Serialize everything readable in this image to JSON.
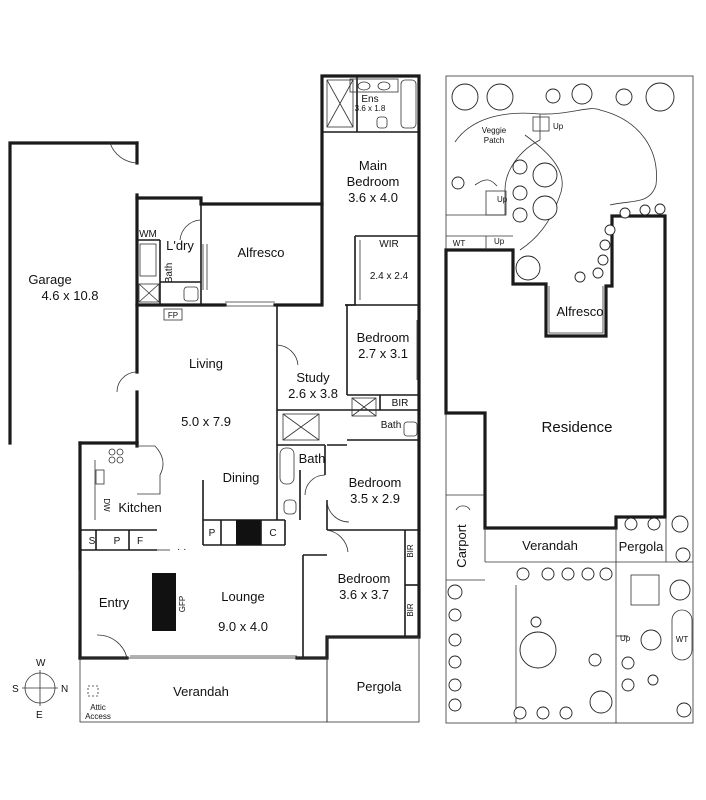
{
  "floor_plan": {
    "rooms": {
      "garage": {
        "name": "Garage",
        "size": "4.6 x 10.8"
      },
      "ensuite": {
        "name": "Ens",
        "size": "3.6 x 1.8"
      },
      "main_bedroom": {
        "name": "Main\nBedroom",
        "name_line1": "Main",
        "name_line2": "Bedroom",
        "size": "3.6 x 4.0"
      },
      "wm": {
        "name": "WM"
      },
      "laundry": {
        "name": "L'dry"
      },
      "alfresco": {
        "name": "Alfresco"
      },
      "wir": {
        "name": "WIR",
        "size": "2.4 x 2.4"
      },
      "bath_laundry": {
        "name": "Bath"
      },
      "fp": {
        "name": "FP"
      },
      "living": {
        "name": "Living",
        "size": "5.0 x 7.9"
      },
      "bedroom2": {
        "name": "Bedroom",
        "size": "2.7 x 3.1"
      },
      "study": {
        "name": "Study",
        "size": "2.6 x 3.8"
      },
      "bir1": {
        "name": "BIR"
      },
      "bath_bed": {
        "name": "Bath"
      },
      "bath_main": {
        "name": "Bath"
      },
      "dining": {
        "name": "Dining"
      },
      "bedroom3": {
        "name": "Bedroom",
        "size": "3.5 x 2.9"
      },
      "dw": {
        "name": "DW"
      },
      "kitchen": {
        "name": "Kitchen"
      },
      "s": {
        "name": "S"
      },
      "p1": {
        "name": "P"
      },
      "f": {
        "name": "F"
      },
      "p2": {
        "name": "P"
      },
      "c": {
        "name": "C"
      },
      "bir2": {
        "name": "BIR"
      },
      "bir3": {
        "name": "BIR"
      },
      "entry": {
        "name": "Entry"
      },
      "gfp": {
        "name": "GFP"
      },
      "lounge": {
        "name": "Lounge",
        "size": "9.0 x 4.0"
      },
      "bedroom4": {
        "name": "Bedroom",
        "size": "3.6 x 3.7"
      },
      "verandah": {
        "name": "Verandah"
      },
      "pergola": {
        "name": "Pergola"
      },
      "attic": {
        "line1": "Attic",
        "line2": "Access"
      }
    },
    "compass": {
      "w": "W",
      "s": "S",
      "n": "N",
      "e": "E"
    }
  },
  "site_plan": {
    "veggie": {
      "line1": "Veggie",
      "line2": "Patch"
    },
    "up_labels": [
      "Up",
      "Up",
      "Up",
      "Up"
    ],
    "wt1": "WT",
    "wt2": "WT",
    "alfresco": "Alfresco",
    "residence": "Residence",
    "carport": "Carport",
    "verandah": "Verandah",
    "pergola": "Pergola"
  }
}
